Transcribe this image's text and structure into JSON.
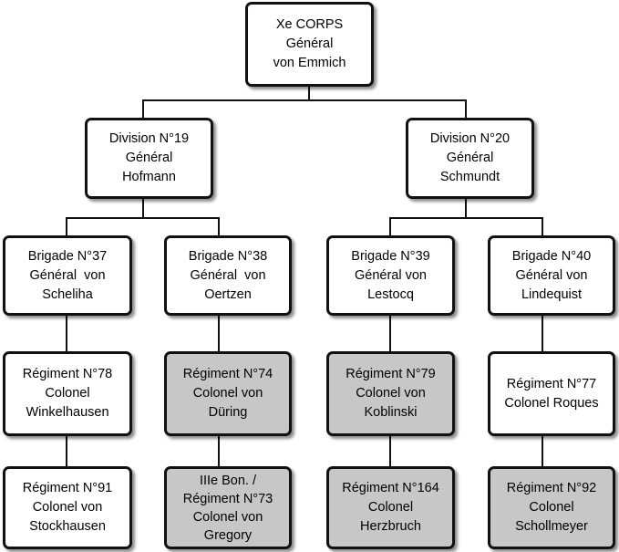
{
  "corps": {
    "lines": [
      "Xe CORPS",
      "Général",
      "von Emmich"
    ]
  },
  "divisions": [
    {
      "lines": [
        "Division N°19",
        "Général",
        "Hofmann"
      ]
    },
    {
      "lines": [
        "Division N°20",
        "Général",
        "Schmundt"
      ]
    }
  ],
  "brigades": [
    {
      "lines": [
        "Brigade N°37",
        "Général  von",
        "Scheliha"
      ]
    },
    {
      "lines": [
        "Brigade N°38",
        "Général  von",
        "Oertzen"
      ]
    },
    {
      "lines": [
        "Brigade N°39",
        "Général von",
        "Lestocq"
      ]
    },
    {
      "lines": [
        "Brigade N°40",
        "Général von",
        "Lindequist"
      ]
    }
  ],
  "regiments_row1": [
    {
      "lines": [
        "Régiment N°78",
        "Colonel",
        "Winkelhausen"
      ],
      "shaded": false
    },
    {
      "lines": [
        "Régiment N°74",
        "Colonel von",
        "Düring"
      ],
      "shaded": true
    },
    {
      "lines": [
        "Régiment N°79",
        "Colonel von",
        "Koblinski"
      ],
      "shaded": true
    },
    {
      "lines": [
        "Régiment N°77",
        "Colonel Roques"
      ],
      "shaded": false
    }
  ],
  "regiments_row2": [
    {
      "lines": [
        "Régiment N°91",
        "Colonel von",
        "Stockhausen"
      ],
      "shaded": false
    },
    {
      "lines": [
        "IIIe Bon. /",
        "Régiment N°73",
        "Colonel von",
        "Gregory"
      ],
      "shaded": true
    },
    {
      "lines": [
        "Régiment N°164",
        "Colonel",
        "Herzbruch"
      ],
      "shaded": true
    },
    {
      "lines": [
        "Régiment N°92",
        "Colonel",
        "Schollmeyer"
      ],
      "shaded": true
    }
  ],
  "colors": {
    "border": "#111111",
    "shaded_fill": "#c7c7c7",
    "plain_fill": "#ffffff"
  }
}
